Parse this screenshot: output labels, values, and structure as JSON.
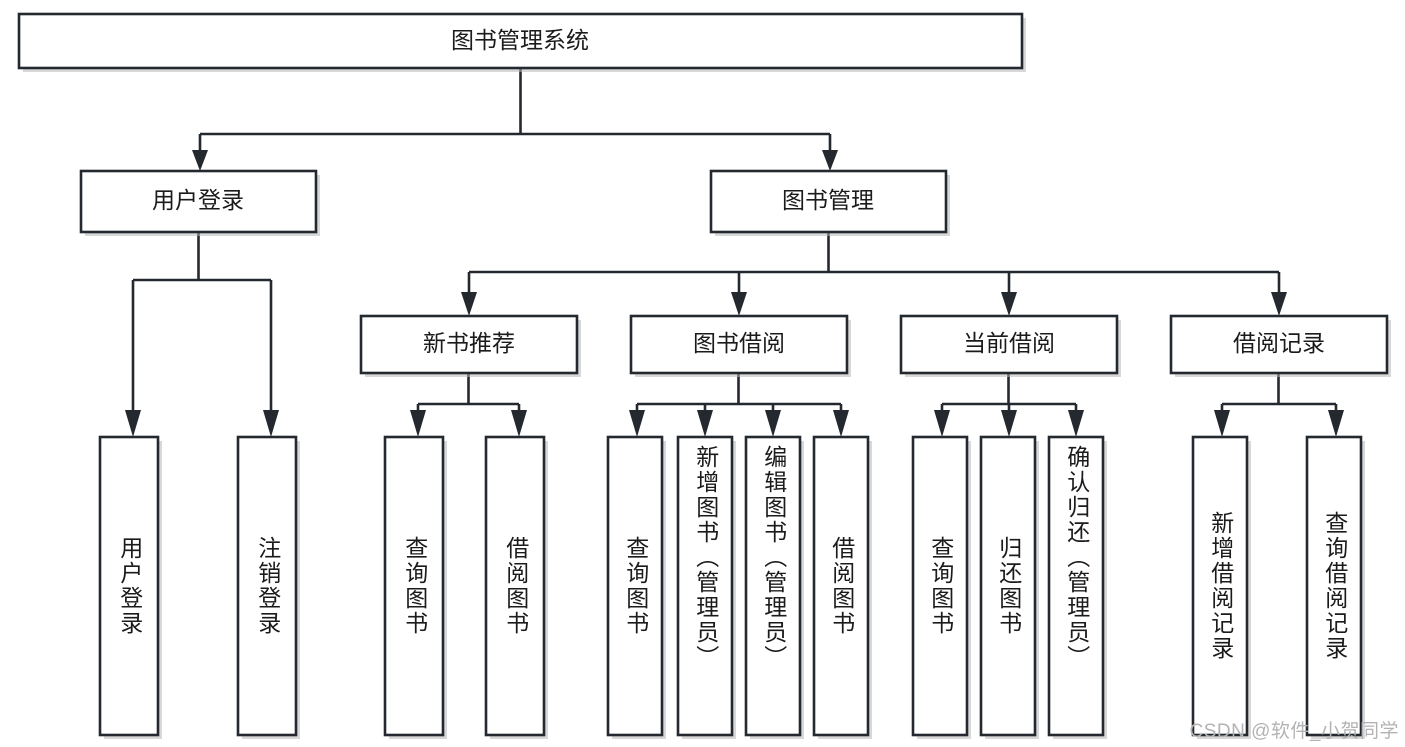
{
  "diagram": {
    "title": "图书管理系统",
    "type": "tree",
    "root": {
      "id": "root",
      "label": "图书管理系统",
      "level": 1
    },
    "level2": [
      {
        "id": "user-login",
        "label": "用户登录"
      },
      {
        "id": "book-management",
        "label": "图书管理"
      }
    ],
    "level3": [
      {
        "id": "new-book-recommend",
        "label": "新书推荐",
        "parent": "book-management"
      },
      {
        "id": "book-borrow",
        "label": "图书借阅",
        "parent": "book-management"
      },
      {
        "id": "current-borrow",
        "label": "当前借阅",
        "parent": "book-management"
      },
      {
        "id": "borrow-record",
        "label": "借阅记录",
        "parent": "book-management"
      }
    ],
    "leaves": [
      {
        "id": "leaf-user-login",
        "label": "用户登录",
        "parent": "user-login"
      },
      {
        "id": "leaf-logout-login",
        "label": "注销登录",
        "parent": "user-login"
      },
      {
        "id": "leaf-query-book-1",
        "label": "查询图书",
        "parent": "new-book-recommend"
      },
      {
        "id": "leaf-borrow-book-1",
        "label": "借阅图书",
        "parent": "new-book-recommend"
      },
      {
        "id": "leaf-query-book-2",
        "label": "查询图书",
        "parent": "book-borrow"
      },
      {
        "id": "leaf-add-book",
        "label": "新增图书（管理员）",
        "parent": "book-borrow"
      },
      {
        "id": "leaf-edit-book",
        "label": "编辑图书（管理员）",
        "parent": "book-borrow"
      },
      {
        "id": "leaf-borrow-book-2",
        "label": "借阅图书",
        "parent": "book-borrow"
      },
      {
        "id": "leaf-query-book-3",
        "label": "查询图书",
        "parent": "current-borrow"
      },
      {
        "id": "leaf-return-book",
        "label": "归还图书",
        "parent": "current-borrow"
      },
      {
        "id": "leaf-confirm-return",
        "label": "确认归还（管理员）",
        "parent": "current-borrow"
      },
      {
        "id": "leaf-add-record",
        "label": "新增借阅记录",
        "parent": "borrow-record"
      },
      {
        "id": "leaf-query-record",
        "label": "查询借阅记录",
        "parent": "borrow-record"
      }
    ]
  },
  "watermark": {
    "text": "CSDN @软件_小贺同学"
  },
  "colors": {
    "stroke": "#23292e",
    "fill": "#ffffff",
    "text": "#1b1b1b",
    "watermark": "#b3b3b3",
    "shadow": "#b8b8b8"
  }
}
